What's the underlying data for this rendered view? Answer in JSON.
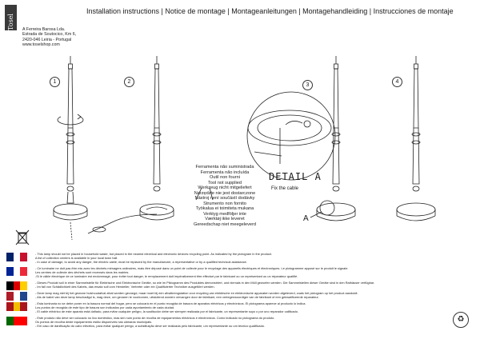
{
  "brand": {
    "logo_text": "Tosel"
  },
  "header": {
    "title": "Installation instructions | Notice de montage | Montageanleitungen | Montagehandleiding | Instrucciones de montaje"
  },
  "address": [
    "A Ferreira Barosa Lda.",
    "Estrada de Soutocico, Km 6,",
    "2420-046 Leiria - Portugal",
    "www.toselshop.com"
  ],
  "steps": [
    "1",
    "2",
    "3",
    "4"
  ],
  "tools_not_supplied": [
    "Ferramenta não suministrada",
    "Ferramenta não incluída",
    "Outil non fourni",
    "Tool not supplied",
    "Werkzeug nicht mitgeliefert",
    "Narzędzie nie jest dostarczone",
    "Nástroj není součástí dodávky",
    "Strumento non fornito",
    "Työkalua ei toimiteta mukana",
    "Verktyg medföljer inte",
    "Værktøj ikke leveret",
    "Gereedschap niet meegeleverd"
  ],
  "detail": {
    "title": "DETAIL A",
    "caption": "Fix the cable",
    "label_a": "A"
  },
  "icons": {
    "weee": "crossed-bin-icon",
    "recycle": "recycling-symbol-icon"
  },
  "notes": [
    {
      "flag": [
        "#012169",
        "#ffffff",
        "#c8102e"
      ],
      "text": [
        "- This lamp should not be placed in household waste, but placed in the nearest electrical and electronic devices recycling point. As indicated by the pictogram in the product.",
        "A list of collection centers is available in your local town hall.",
        "- In case of damage, to avoid any danger, the electric cable, must be replaced by the manufacturer, a representative or by a qualified technical assistance."
      ]
    },
    {
      "flag": [
        "#002395",
        "#ffffff",
        "#ed2939"
      ],
      "text": [
        "- Ce luminaire ne doit pas être mis avec les déchets ménagers ordinaires, mais être déposé dans un point de collecte pour le recyclage des appareils électriques et électroniques. Le pictogramme apposé sur le produit le signale.",
        "Les centres de collecte des déchets sont recensés dans les mairies.",
        "-Si le câble électrique de ce luminaire est endommagé, pour éviter tout danger, le remplacement doit impérativement être effectué par le fabricant ou un représentant ou un réparateur qualifié."
      ]
    },
    {
      "flag": [
        "#000000",
        "#dd0000",
        "#ffce00"
      ],
      "text": [
        "- Dieses Produkt soll in einer Sammelstelle für Elektrische und Elektronische Geräte, so wie im Piktogramm des Produktes demonstriert, und niemals in den Müll geworfen werden. Die Sammelstellen dieser Geräte sind in den Rathäuser verfügbar.",
        "- Im fall von Schädlichkeit des Kabels, das ersatz soll vom Hersteller, Vertreter oder ein Qualifizierter Techniker ausgeführt werden."
      ]
    },
    {
      "flag": [
        "#ae1c28",
        "#ffffff",
        "#21468b"
      ],
      "text": [
        "- Deze lamp mag niet bij het gewone huishoudafval afval worden gevoegd, maar moet bij een afvalbrengstation voor recycling van elektrische en elektronische apparaten worden afgeleverd, zoals het pictogram op het product aanduidt.",
        "- Als de kabel van deze lamp beschadigd is, mag deze, om gevaren te voorkomen, uitsluitend worden vervangen door de fabrikant, een vertegenwoordiger van de fabrikant of een gekwalificeerde reparateur."
      ]
    },
    {
      "flag": [
        "#aa151b",
        "#f1bf00",
        "#aa151b"
      ],
      "text": [
        "- Esta luminaria no se debe poner en la basura normal del hogar, pero se colocará en el punto recogida de basura de aparatos eléctricos y electrónicos. El pictograma aparece al producto lo indica.",
        "Los puntos de recogida de este tipo de basura son indicados por cada ayuntamiento de cada ciudad.",
        "- El cable eléctrico de este aparato está dañado, para evitar cualquier peligro, la sustitución debe ser siempre realizada por el fabricante, un representante suyo o por uno reparador calificado."
      ]
    },
    {
      "flag": [
        "#006600",
        "#ff0000",
        "#ff0000"
      ],
      "text": [
        "- Este produto não deve ser colocado no lixo doméstico, mas sim num ponto de recolha de equipamentos eléctricos e electrónicos. Como indicado no pictograma do produto.",
        "Os pontos de recolha deste equipamento estão disponíveis nas câmaras municipais.",
        "- Em caso de danificação do cabo eléctrico, para evitar qualquer perigo, a substituição deve ser realizada pelo fabricante, um representante ou um técnico qualificado."
      ]
    }
  ]
}
